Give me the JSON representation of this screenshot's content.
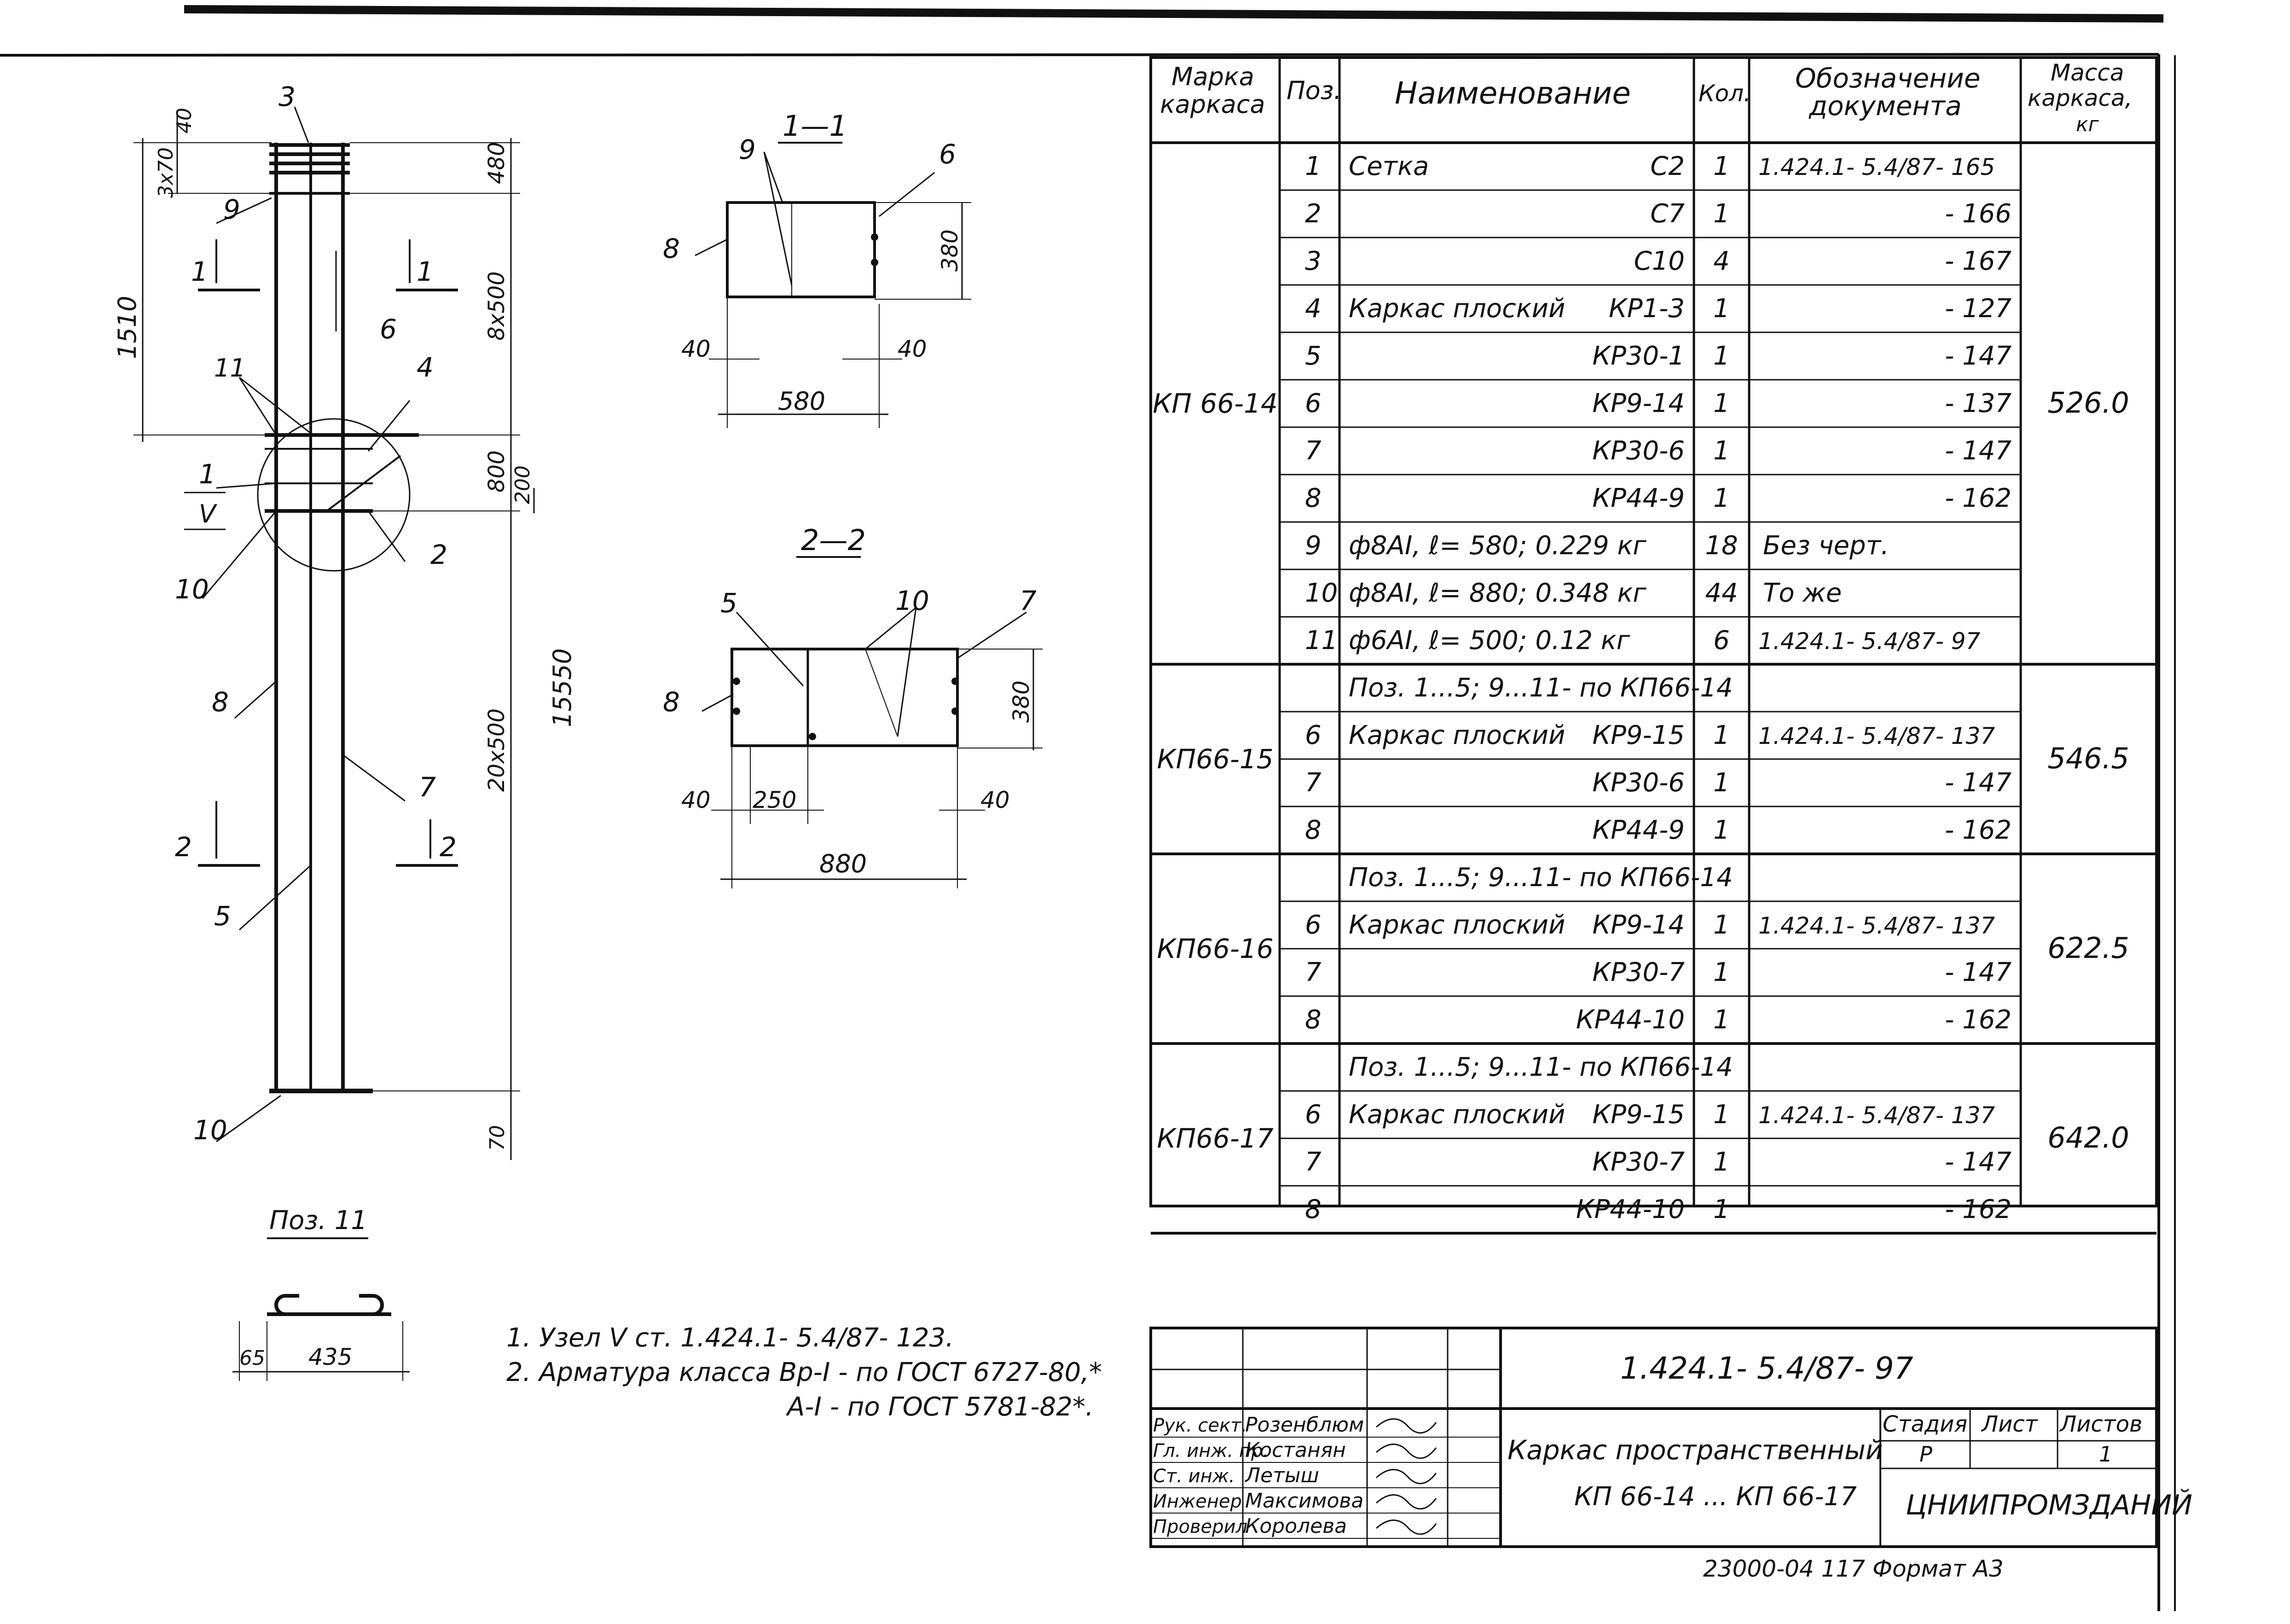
{
  "drawing": {
    "elevation_labels": {
      "pos3": "3",
      "pos9": "9",
      "pos6": "6",
      "pos11": "11",
      "pos4": "4",
      "pos1": "1",
      "pos_v": "V",
      "pos10_top": "10",
      "pos2": "2",
      "pos8": "8",
      "pos7": "7",
      "pos5": "5",
      "pos10_bottom": "10",
      "cut1_left": "1",
      "cut1_right": "1",
      "cut2_left": "2",
      "cut2_right": "2"
    },
    "elevation_dims": {
      "d40": "40",
      "d3x70": "3х70",
      "d1510": "1510",
      "d480": "480",
      "d8x500": "8х500",
      "d800": "800",
      "d200": "200",
      "d15550": "15550",
      "d20x500": "20х500",
      "d70": "70"
    },
    "section_1_1": {
      "title": "1—1",
      "pos9": "9",
      "pos6": "6",
      "pos8": "8",
      "dim380": "380",
      "dim40_l": "40",
      "dim40_r": "40",
      "dim580": "580"
    },
    "section_2_2": {
      "title": "2—2",
      "pos5": "5",
      "pos10": "10",
      "pos7": "7",
      "pos8": "8",
      "dim380": "380",
      "dim40_l": "40",
      "dim250": "250",
      "dim40_r": "40",
      "dim880": "880"
    },
    "poz11": {
      "title": "Поз. 11",
      "dim65": "65",
      "dim435": "435"
    }
  },
  "notes": [
    "1. Узел V ст.  1.424.1- 5.4/87- 123.",
    "2. Арматура класса Вр-I - по ГОСТ 6727-80,*",
    "А-I - по ГОСТ 5781-82*."
  ],
  "spec_table": {
    "headers": {
      "marka": [
        "Марка",
        "каркаса"
      ],
      "poz": "Поз.",
      "name": "Наименование",
      "qty": "Кол.",
      "doc": [
        "Обозначение",
        "документа"
      ],
      "mass": [
        "Масса",
        "каркаса,",
        "кг"
      ]
    },
    "groups": [
      {
        "marka": "КП 66-14",
        "mass": "526.0",
        "rows": [
          {
            "poz": "1",
            "name": "Сетка",
            "name2": "С2",
            "qty": "1",
            "doc": "1.424.1- 5.4/87- 165"
          },
          {
            "poz": "2",
            "name": "",
            "name2": "С7",
            "qty": "1",
            "doc": "- 166"
          },
          {
            "poz": "3",
            "name": "",
            "name2": "С10",
            "qty": "4",
            "doc": "- 167"
          },
          {
            "poz": "4",
            "name": "Каркас плоский",
            "name2": "КР1-3",
            "qty": "1",
            "doc": "- 127"
          },
          {
            "poz": "5",
            "name": "",
            "name2": "КР30-1",
            "qty": "1",
            "doc": "- 147"
          },
          {
            "poz": "6",
            "name": "",
            "name2": "КР9-14",
            "qty": "1",
            "doc": "- 137"
          },
          {
            "poz": "7",
            "name": "",
            "name2": "КР30-6",
            "qty": "1",
            "doc": "- 147"
          },
          {
            "poz": "8",
            "name": "",
            "name2": "КР44-9",
            "qty": "1",
            "doc": "- 162"
          },
          {
            "poz": "9",
            "name": "ф8АI,  ℓ= 580;  0.229 кг",
            "name2": "",
            "qty": "18",
            "doc": "Без черт."
          },
          {
            "poz": "10",
            "name": "ф8АI,  ℓ= 880;  0.348 кг",
            "name2": "",
            "qty": "44",
            "doc": "То же"
          },
          {
            "poz": "11",
            "name": "ф6АI,  ℓ= 500;  0.12 кг",
            "name2": "",
            "qty": "6",
            "doc": "1.424.1- 5.4/87- 97"
          }
        ]
      },
      {
        "marka": "КП66-15",
        "mass": "546.5",
        "rows": [
          {
            "poz": "",
            "name": "Поз. 1...5; 9...11- по  КП66-14",
            "name2": "",
            "qty": "",
            "doc": ""
          },
          {
            "poz": "6",
            "name": "Каркас плоский",
            "name2": "КР9-15",
            "qty": "1",
            "doc": "1.424.1- 5.4/87- 137"
          },
          {
            "poz": "7",
            "name": "",
            "name2": "КР30-6",
            "qty": "1",
            "doc": "- 147"
          },
          {
            "poz": "8",
            "name": "",
            "name2": "КР44-9",
            "qty": "1",
            "doc": "- 162"
          }
        ]
      },
      {
        "marka": "КП66-16",
        "mass": "622.5",
        "rows": [
          {
            "poz": "",
            "name": "Поз. 1...5; 9...11- по КП66-14",
            "name2": "",
            "qty": "",
            "doc": ""
          },
          {
            "poz": "6",
            "name": "Каркас плоский",
            "name2": "КР9-14",
            "qty": "1",
            "doc": "1.424.1- 5.4/87- 137"
          },
          {
            "poz": "7",
            "name": "",
            "name2": "КР30-7",
            "qty": "1",
            "doc": "- 147"
          },
          {
            "poz": "8",
            "name": "",
            "name2": "КР44-10",
            "qty": "1",
            "doc": "- 162"
          }
        ]
      },
      {
        "marka": "КП66-17",
        "mass": "642.0",
        "rows": [
          {
            "poz": "",
            "name": "Поз. 1...5; 9...11- по КП66-14",
            "name2": "",
            "qty": "",
            "doc": ""
          },
          {
            "poz": "6",
            "name": "Каркас плоский",
            "name2": "КР9-15",
            "qty": "1",
            "doc": "1.424.1- 5.4/87- 137"
          },
          {
            "poz": "7",
            "name": "",
            "name2": "КР30-7",
            "qty": "1",
            "doc": "- 147"
          },
          {
            "poz": "8",
            "name": "",
            "name2": "КР44-10",
            "qty": "1",
            "doc": "- 162"
          }
        ]
      }
    ]
  },
  "title_block": {
    "code": "1.424.1- 5.4/87- 97",
    "title_line1": "Каркас пространственный",
    "title_line2": "КП 66-14 ... КП 66-17",
    "stage_label": "Стадия",
    "sheet_label": "Лист",
    "sheets_label": "Листов",
    "stage_value": "Р",
    "sheets_value": "1",
    "organization": "ЦНИИПРОМЗДАНИЙ",
    "roles": [
      "Рук. сект.",
      "Гл. инж. пр.",
      "Ст. инж.",
      "Инженер",
      "Проверил"
    ],
    "names": [
      "Розенблюм",
      "Костанян",
      "Летыш",
      "Максимова",
      "Королева"
    ]
  },
  "footer_text": "23000-04   117   Формат А3"
}
